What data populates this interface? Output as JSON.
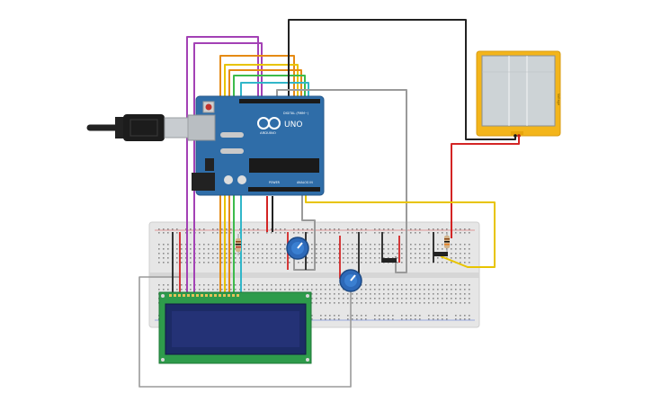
{
  "arduino": {
    "model": "UNO",
    "brand": "ARDUINO",
    "digital_label": "DIGITAL (PWM~)",
    "power_label": "POWER",
    "analog_label": "ANALOG IN"
  },
  "meter": {
    "label": "Voltage"
  },
  "colors": {
    "arduino_board": "#2f6da8",
    "breadboard": "#e6e6e6",
    "lcd_pcb": "#2e9b4b",
    "lcd_screen": "#1c2b66",
    "meter_case": "#f3b51b",
    "knob": "#2d69b8",
    "wire_black": "#222222",
    "wire_red": "#d32424",
    "wire_yellow": "#e8c400",
    "wire_gray": "#9a9a9a",
    "wire_purple": "#a341b5",
    "wire_orange": "#e58a14",
    "wire_green": "#3dbb4b",
    "wire_cyan": "#31b6c9"
  },
  "icons": [
    "usb-plug-icon",
    "reset-button-icon",
    "potentiometer-knob-icon",
    "resistor-icon"
  ]
}
